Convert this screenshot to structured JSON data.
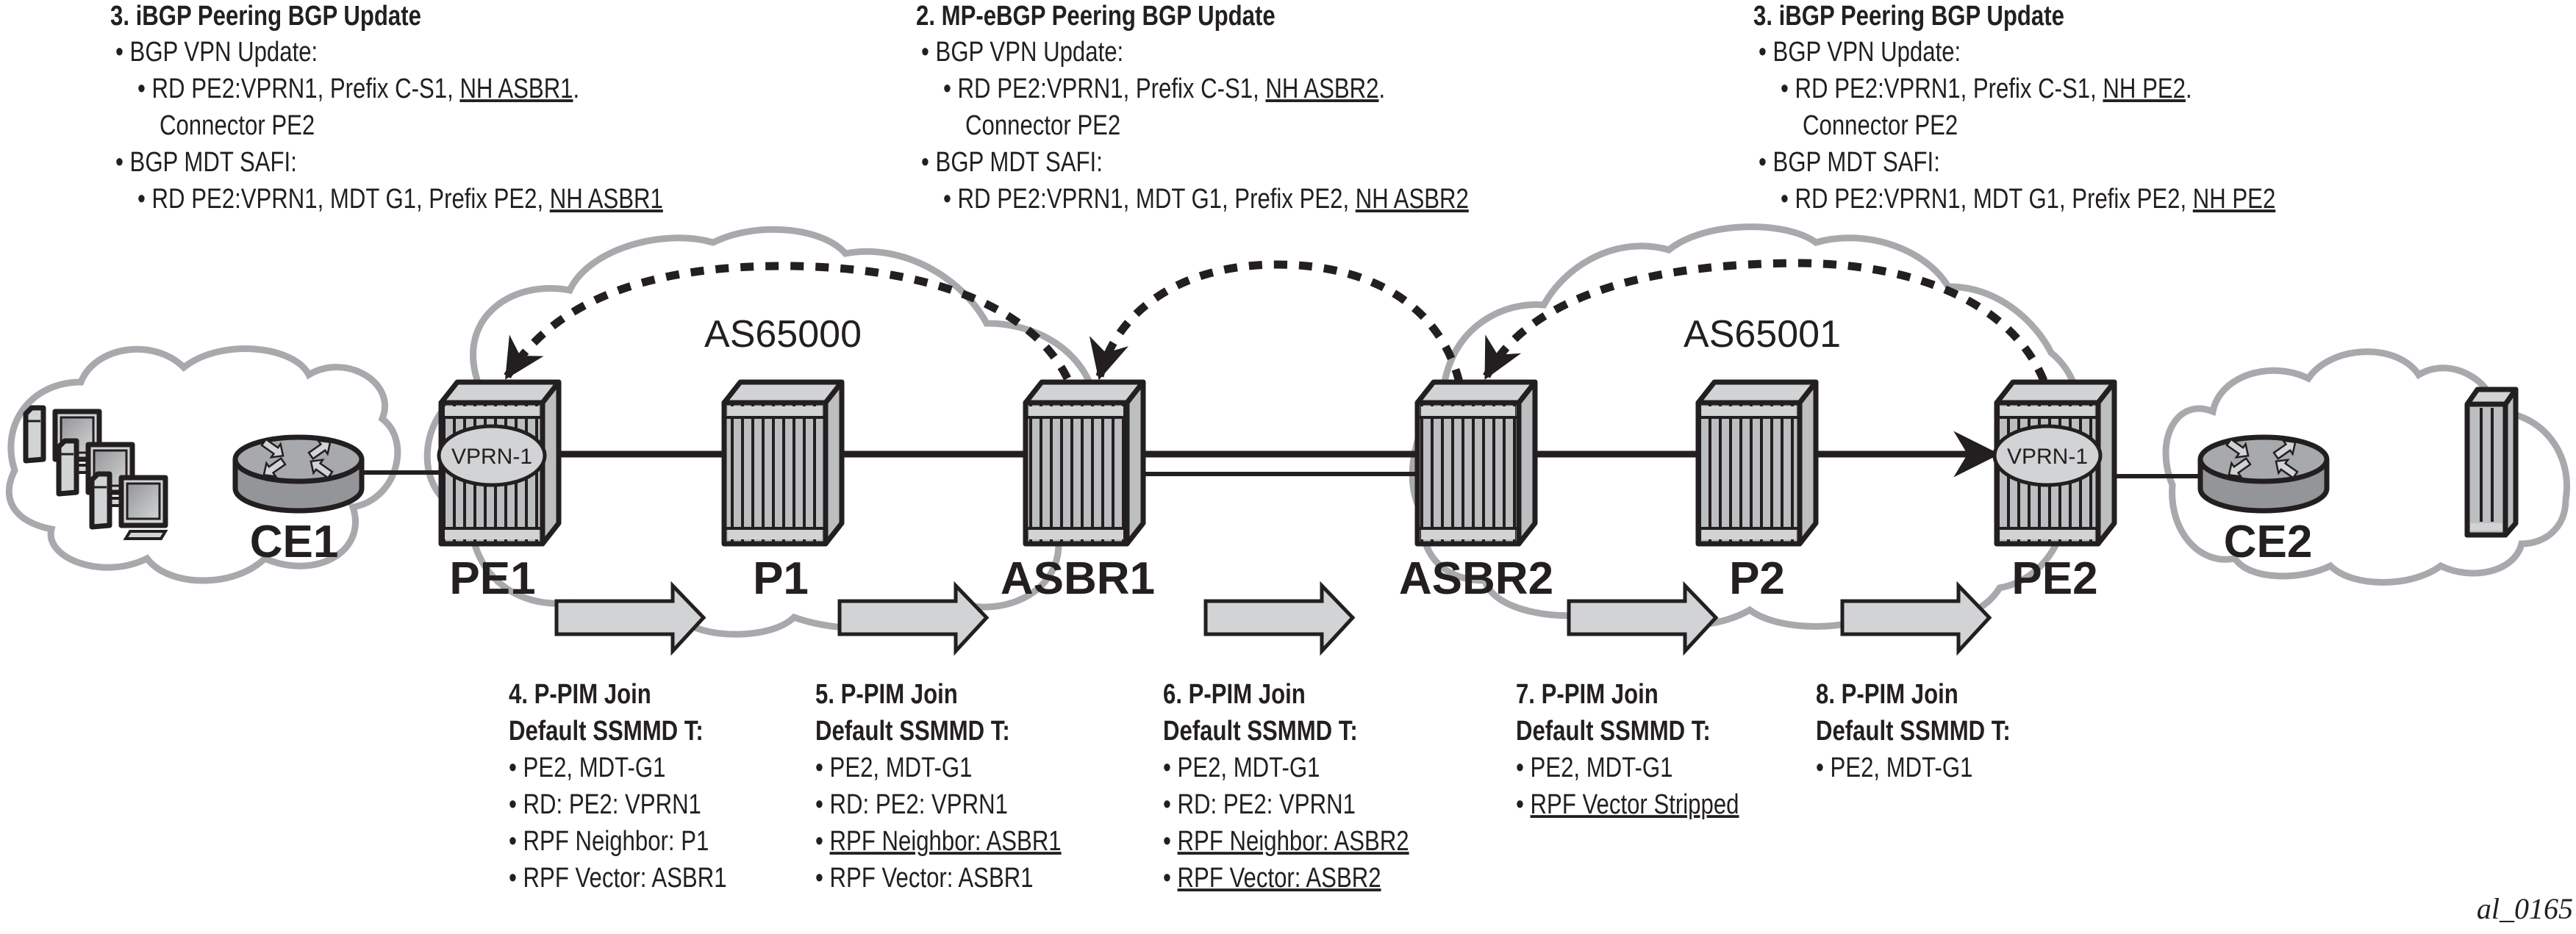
{
  "figure_id": "al_0165",
  "top_notes": [
    {
      "title": "3. iBGP Peering BGP Update",
      "lines": [
        {
          "level": 1,
          "text": "• BGP VPN Update:"
        },
        {
          "level": 2,
          "text": "• RD PE2:VPRN1, Prefix C-S1, ",
          "underlined": "NH ASBR1",
          "suffix": "."
        },
        {
          "level": 3,
          "text": "Connector PE2"
        },
        {
          "level": 1,
          "text": "• BGP MDT SAFI:"
        },
        {
          "level": 2,
          "text": "• RD PE2:VPRN1, MDT G1, Prefix PE2, ",
          "underlined": "NH ASBR1",
          "suffix": ""
        }
      ]
    },
    {
      "title": "2. MP-eBGP Peering BGP Update",
      "lines": [
        {
          "level": 1,
          "text": "• BGP VPN Update:"
        },
        {
          "level": 2,
          "text": "• RD PE2:VPRN1, Prefix C-S1, ",
          "underlined": "NH ASBR2",
          "suffix": "."
        },
        {
          "level": 3,
          "text": "Connector PE2"
        },
        {
          "level": 1,
          "text": "• BGP MDT SAFI:"
        },
        {
          "level": 2,
          "text": "• RD PE2:VPRN1, MDT G1, Prefix PE2, ",
          "underlined": "NH ASBR2",
          "suffix": ""
        }
      ]
    },
    {
      "title": "3. iBGP Peering BGP Update",
      "lines": [
        {
          "level": 1,
          "text": "• BGP VPN Update:"
        },
        {
          "level": 2,
          "text": "• RD PE2:VPRN1, Prefix C-S1, ",
          "underlined": "NH PE2",
          "suffix": "."
        },
        {
          "level": 3,
          "text": "Connector PE2"
        },
        {
          "level": 1,
          "text": "• BGP MDT SAFI:"
        },
        {
          "level": 2,
          "text": "• RD PE2:VPRN1, MDT G1, Prefix PE2, ",
          "underlined": "NH PE2",
          "suffix": ""
        }
      ]
    }
  ],
  "bottom_notes": [
    {
      "title": [
        "4. P-PIM Join",
        "Default SSMMD T:"
      ],
      "lines": [
        {
          "text": "PE2, MDT-G1",
          "underlined": false
        },
        {
          "text": "RD: PE2: VPRN1",
          "underlined": false
        },
        {
          "text": "RPF Neighbor: P1",
          "underlined": false
        },
        {
          "text": "RPF Vector: ASBR1",
          "underlined": false
        }
      ]
    },
    {
      "title": [
        "5. P-PIM Join",
        "Default SSMMD T:"
      ],
      "lines": [
        {
          "text": "PE2, MDT-G1",
          "underlined": false
        },
        {
          "text": "RD: PE2: VPRN1",
          "underlined": false
        },
        {
          "text": "RPF Neighbor: ASBR1",
          "underlined": true
        },
        {
          "text": "RPF Vector: ASBR1",
          "underlined": false
        }
      ]
    },
    {
      "title": [
        "6. P-PIM Join",
        "Default SSMMD T:"
      ],
      "lines": [
        {
          "text": "PE2, MDT-G1",
          "underlined": false
        },
        {
          "text": "RD: PE2: VPRN1",
          "underlined": false
        },
        {
          "text": "RPF Neighbor: ASBR2",
          "underlined": true
        },
        {
          "text": "RPF Vector: ASBR2",
          "underlined": true
        }
      ]
    },
    {
      "title": [
        "7. P-PIM Join",
        "Default SSMMD T:"
      ],
      "lines": [
        {
          "text": "PE2, MDT-G1",
          "underlined": false
        },
        {
          "text": "RPF Vector Stripped",
          "underlined": true
        }
      ]
    },
    {
      "title": [
        "8. P-PIM Join",
        "Default SSMMD T:"
      ],
      "lines": [
        {
          "text": "PE2, MDT-G1",
          "underlined": false
        }
      ]
    }
  ],
  "as_domains": [
    "AS65000",
    "AS65001"
  ],
  "nodes": {
    "ce1": "CE1",
    "pe1": "PE1",
    "p1": "P1",
    "asbr1": "ASBR1",
    "asbr2": "ASBR2",
    "p2": "P2",
    "pe2": "PE2",
    "ce2": "CE2"
  },
  "vprn_label": "VPRN-1",
  "bullet": "•",
  "colors": {
    "ink": "#231f20",
    "cloud": "#a7a9ac",
    "device_light": "#d1d3d4",
    "device_mid": "#bcbec0",
    "device_dark": "#939598"
  }
}
